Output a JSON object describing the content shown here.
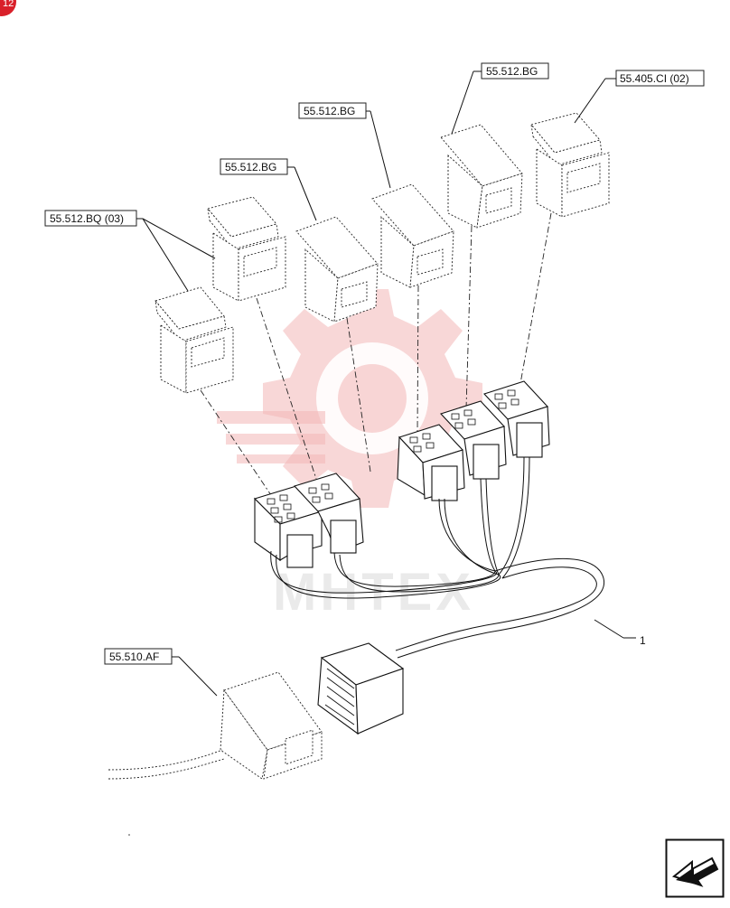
{
  "page_badge": "12",
  "callouts": [
    {
      "id": "bq03",
      "text": "55.512.BQ (03)"
    },
    {
      "id": "bg1",
      "text": "55.512.BG"
    },
    {
      "id": "bg2",
      "text": "55.512.BG"
    },
    {
      "id": "bg3",
      "text": "55.512.BG"
    },
    {
      "id": "ci02",
      "text": "55.405.CI (02)"
    },
    {
      "id": "af",
      "text": "55.510.AF"
    }
  ],
  "item_number": "1",
  "watermark": "MHTEX",
  "icons": [
    "next-page-arrow-icon",
    "gear-watermark-icon"
  ],
  "colors": {
    "line": "#111111",
    "badge": "#d9202a",
    "watermark": "#f2b6b6"
  }
}
